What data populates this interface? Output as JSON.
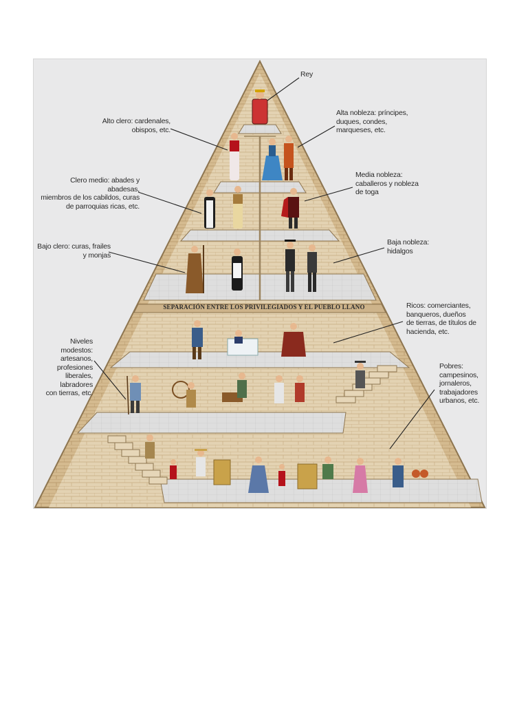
{
  "labels": {
    "rey": "Rey",
    "alto_clero": "Alto clero: cardenales,\nobispos, etc.",
    "alta_nobleza": "Alta nobleza: príncipes,\nduques, condes,\nmarqueses, etc.",
    "clero_medio": "Clero medio: abades y abadesas,\nmiembros de los cabildos, curas\nde parroquias ricas, etc.",
    "media_nobleza": "Media nobleza:\ncaballeros y nobleza\nde toga",
    "bajo_clero": "Bajo clero: curas, frailes\ny monjas",
    "baja_nobleza": "Baja nobleza:\nhidalgos",
    "separacion": "SEPARACIÓN ENTRE LOS PRIVILEGIADOS Y EL PUEBLO LLANO",
    "ricos": "Ricos: comerciantes,\nbanqueros, dueños\nde tierras, de títulos de\nhacienda, etc.",
    "niveles_modestos": "Niveles modestos:\nartesanos,\nprofesiones\nliberales, labradores\ncon tierras, etc.",
    "pobres": "Pobres:\ncampesinos,\njornaleros,\ntrabajadores\nurbanos, etc."
  },
  "colors": {
    "background": "#e9e9ea",
    "stone_light": "#e7d8bd",
    "stone_mid": "#d9c29b",
    "stone_dark": "#c9ab7c",
    "outline": "#8d7550",
    "floor": "#dcdcdc",
    "leader": "#222222"
  }
}
